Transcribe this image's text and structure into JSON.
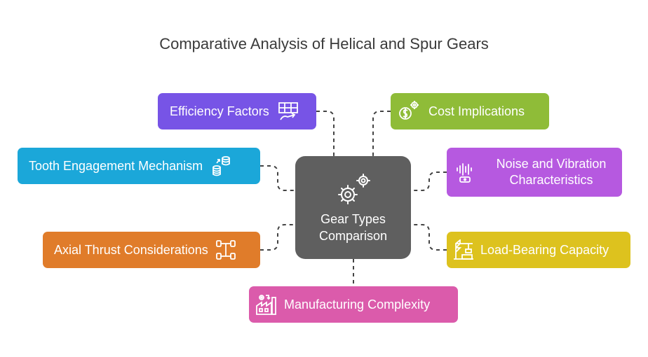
{
  "title": "Comparative Analysis of Helical and Spur Gears",
  "center": {
    "line1": "Gear Types",
    "line2": "Comparison",
    "icon": "gears-icon"
  },
  "nodes": {
    "efficiency": {
      "label": "Efficiency Factors",
      "icon": "table-chart-icon",
      "color": "#7754e6"
    },
    "cost": {
      "label": "Cost Implications",
      "icon": "dollar-gear-icon",
      "color": "#8fbc38"
    },
    "tooth": {
      "label": "Tooth Engagement Mechanism",
      "icon": "stacked-coins-icon",
      "color": "#1ba7d9"
    },
    "noise": {
      "label": "Noise and Vibration Characteristics",
      "icon": "sound-wave-icon",
      "color": "#b659e0"
    },
    "axial": {
      "label": "Axial Thrust Considerations",
      "icon": "axle-icon",
      "color": "#e07c2a"
    },
    "load": {
      "label": "Load-Bearing Capacity",
      "icon": "crane-icon",
      "color": "#ddc21e"
    },
    "manufacturing": {
      "label": "Manufacturing Complexity",
      "icon": "factory-icon",
      "color": "#db5bab"
    }
  }
}
